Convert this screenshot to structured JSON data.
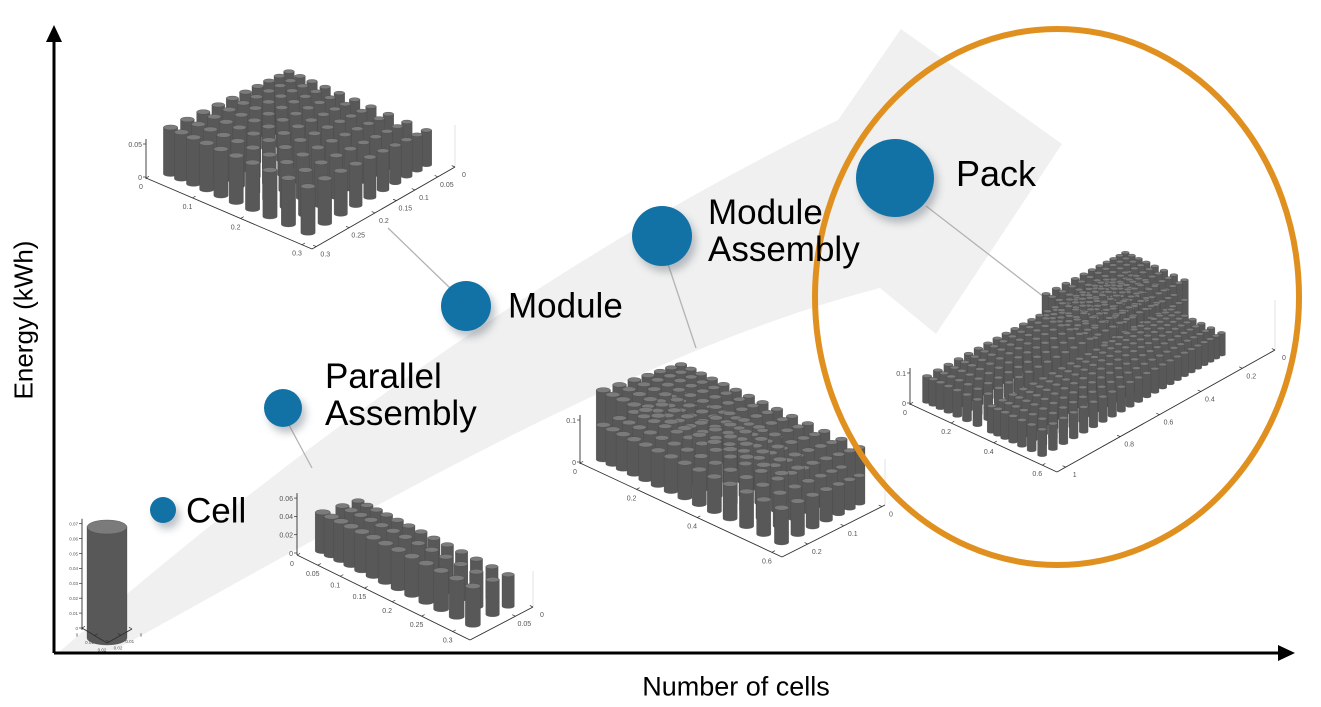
{
  "figure": {
    "y_axis_label": "Energy (kWh)",
    "x_axis_label": "Number of cells"
  },
  "stages": [
    {
      "id": "cell",
      "label": "Cell"
    },
    {
      "id": "parallel-assembly",
      "label": "Parallel\nAssembly"
    },
    {
      "id": "module",
      "label": "Module"
    },
    {
      "id": "module-assembly",
      "label": "Module\nAssembly"
    },
    {
      "id": "pack",
      "label": "Pack"
    }
  ],
  "colors": {
    "marker_blue": "#1272a5",
    "highlight_orange": "#e0901f",
    "arrow_gray": "#f0f0f0",
    "connector_gray": "#b3b3b3",
    "cylinder_body": "#585858",
    "cylinder_top": "#7b7b7b",
    "axis_black": "#000000",
    "tick_text": "#555555"
  },
  "plots": {
    "cell": {
      "z_ticks": [
        "0",
        "0.01",
        "0.02",
        "0.03",
        "0.04",
        "0.05",
        "0.06",
        "0.07"
      ],
      "x_ticks": [
        "0",
        "0.01",
        "0.02"
      ],
      "y_ticks": [
        "0.02",
        "0.01",
        "0"
      ]
    },
    "parallel": {
      "z_ticks": [
        "0",
        "0.02",
        "0.04",
        "0.06"
      ],
      "x_ticks": [
        "0",
        "0.05",
        "0.1",
        "0.15",
        "0.2",
        "0.25",
        "0.3"
      ],
      "y_ticks": [
        "0.05",
        "0"
      ]
    },
    "module": {
      "z_ticks": [
        "0",
        "0.05"
      ],
      "x_ticks": [
        "0",
        "0.1",
        "0.2",
        "0.3"
      ],
      "y_ticks": [
        "0.3",
        "0.25",
        "0.2",
        "0.15",
        "0.1",
        "0.05",
        "0"
      ]
    },
    "module_assembly": {
      "z_ticks": [
        "0",
        "0.1"
      ],
      "x_ticks": [
        "0",
        "0.2",
        "0.4",
        "0.6"
      ],
      "y_ticks": [
        "0.2",
        "0.1",
        "0"
      ]
    },
    "pack": {
      "z_ticks": [
        "0",
        "0.1"
      ],
      "x_ticks": [
        "0",
        "0.2",
        "0.4",
        "0.6"
      ],
      "y_ticks": [
        "1",
        "0.8",
        "0.6",
        "0.4",
        "0.2",
        "0"
      ]
    }
  }
}
